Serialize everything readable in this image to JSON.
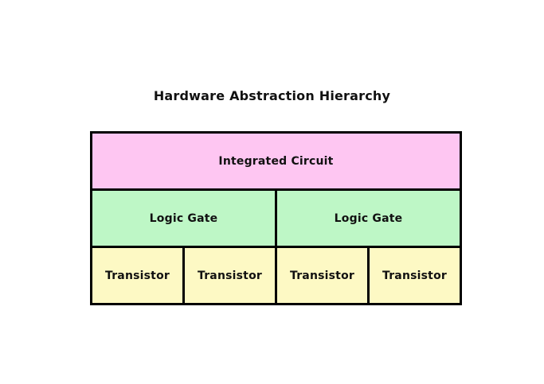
{
  "title": "Hardware Abstraction Hierarchy",
  "colors": {
    "background": "#ffffff",
    "border": "#000000",
    "text": "#111111",
    "integrated_circuit_fill": "#fec6f2",
    "logic_gate_fill": "#bef7c6",
    "transistor_fill": "#fdf9c4"
  },
  "hierarchy": {
    "levels": [
      {
        "name": "integrated-circuit-level",
        "cells": [
          "Integrated Circuit"
        ]
      },
      {
        "name": "logic-gate-level",
        "cells": [
          "Logic Gate",
          "Logic Gate"
        ]
      },
      {
        "name": "transistor-level",
        "cells": [
          "Transistor",
          "Transistor",
          "Transistor",
          "Transistor"
        ]
      }
    ]
  }
}
